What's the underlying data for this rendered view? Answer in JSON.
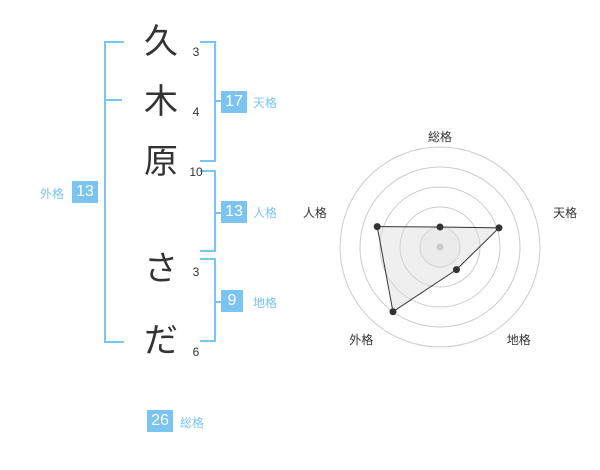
{
  "name": {
    "chars": [
      "久",
      "木",
      "原",
      "さ",
      "だ"
    ],
    "strokes": [
      "3",
      "4",
      "10",
      "3",
      "6"
    ]
  },
  "scores": {
    "tenkaku": {
      "value": "17",
      "label": "天格"
    },
    "jinkaku": {
      "value": "13",
      "label": "人格"
    },
    "chikaku": {
      "value": "9",
      "label": "地格"
    },
    "gaikaku": {
      "value": "13",
      "label": "外格"
    },
    "soukaku": {
      "value": "26",
      "label": "総格"
    }
  },
  "colors": {
    "accent": "#7cc4f0",
    "text": "#333333",
    "grid": "#cccccc",
    "fill": "#f0f0f0"
  },
  "chart_data": {
    "type": "radar",
    "axes": [
      "総格",
      "天格",
      "地格",
      "外格",
      "人格"
    ],
    "max": 5,
    "values": [
      1.0,
      3.1,
      1.4,
      4.0,
      3.3
    ],
    "rings": 4
  }
}
